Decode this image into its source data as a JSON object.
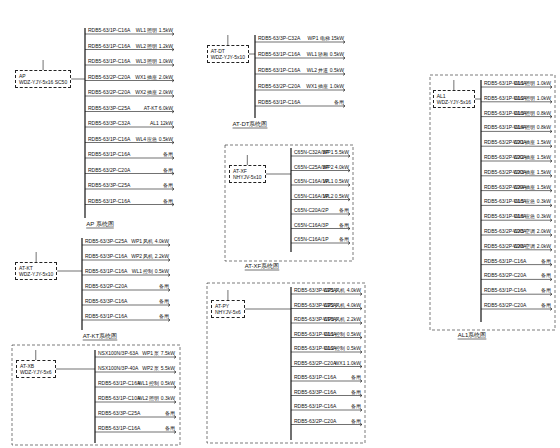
{
  "diagram": {
    "nodes": [
      {
        "text": [
          "AP",
          "WDZ-YJY-5x16 SC50"
        ]
      },
      {
        "text": [
          "AT-KT",
          "WDZ-YJY-5x10"
        ]
      },
      {
        "text": [
          "AT-XB",
          "WDZ-YJY-5x6"
        ]
      },
      {
        "text": [
          "AT-DT",
          "WDZ-YJY-5x10"
        ]
      },
      {
        "text": [
          "AT-XF",
          "NHYJV-5x10"
        ]
      },
      {
        "text": [
          "AT-PY",
          "NHYJV-5x6"
        ]
      },
      {
        "text": [
          "AL1",
          "WDZ-YJY-5x16"
        ]
      }
    ],
    "labels": [
      "AP 系统图",
      "RDB5-63/1P-C16A",
      "WL1 照明 1.5kW",
      "RDB5-63/1P-C16A",
      "WL2 照明 1.2kW",
      "RDB5-63/1P-C16A",
      "WL3 照明 1.0kW",
      "RDB5-63/2P-C20A",
      "WX1 插座 2.0kW",
      "RDB5-63/2P-C20A",
      "WX2 插座 2.0kW",
      "RDB5-63/3P-C25A",
      "AT-KT 6.0kW",
      "RDB5-63/3P-C32A",
      "AL1 12kW",
      "RDB5-63/1P-C16A",
      "WL4 应急 0.5kW",
      "RDB5-63/1P-C16A",
      "备用",
      "RDB5-63/2P-C20A",
      "备用",
      "RDB5-63/3P-C25A",
      "备用",
      "RDB5-63/1P-C16A",
      "备用",
      "AT-KT系统图",
      "RDB5-63/3P-C25A",
      "WP1 风机 4.0kW",
      "RDB5-63/3P-C16A",
      "WP2 风机 2.2kW",
      "RDB5-63/1P-C16A",
      "WL1 控制 0.5kW",
      "RDB5-63/2P-C20A",
      "备用",
      "RDB5-63/3P-C16A",
      "备用",
      "RDB5-63/1P-C16A",
      "备用",
      "NSX100N/3P-63A",
      "WP1 泵 7.5kW",
      "NSX100N/3P-40A",
      "WP2 泵 5.5kW",
      "RDB5-63/1P-C16A",
      "WL1 控制 0.5kW",
      "RDB5-63/1P-C10A",
      "WL2 照明 0.3kW",
      "RDB5-63/3P-C25A",
      "备用",
      "RDB5-63/1P-C16A",
      "备用",
      "AT-DT系统图",
      "RDB5-63/3P-C32A",
      "WP1 电梯 15kW",
      "RDB5-63/1P-C16A",
      "WL1 轿厢 0.5kW",
      "RDB5-63/1P-C16A",
      "WL2 井道 0.5kW",
      "RDB5-63/2P-C20A",
      "WX1 插座 1.0kW",
      "RDB5-63/1P-C16A",
      "备用",
      "AT-XF系统图",
      "C65N-C32A/3P",
      "WP1 5.5kW",
      "C65N-C25A/3P",
      "WP2 4.0kW",
      "C65N-C16A/1P",
      "WL1 0.5kW",
      "C65N-C16A/1P",
      "WL2 0.5kW",
      "C65N-C20A/2P",
      "备用",
      "C65N-C16A/3P",
      "备用",
      "C65N-C16A/1P",
      "备用",
      "RDB5-63/3P-C25A",
      "WP1 风机 4.0kW",
      "RDB5-63/3P-C25A",
      "WP2 风机 4.0kW",
      "RDB5-63/3P-C16A",
      "WP3 风机 2.2kW",
      "RDB5-63/1P-C16A",
      "WL1 控制 0.5kW",
      "RDB5-63/1P-C16A",
      "WL2 控制 0.5kW",
      "RDB5-63/2P-C20A",
      "WX1 1.0kW",
      "RDB5-63/1P-C16A",
      "备用",
      "RDB5-63/3P-C16A",
      "备用",
      "RDB5-63/1P-C16A",
      "备用",
      "RDB5-63/2P-C20A",
      "备用",
      "AL1系统图",
      "RDB5-63/1P-C16A",
      "WL1 照明 1.0kW",
      "RDB5-63/1P-C16A",
      "WL2 照明 1.0kW",
      "RDB5-63/1P-C16A",
      "WL3 照明 0.8kW",
      "RDB5-63/1P-C16A",
      "WL4 照明 0.8kW",
      "RDB5-63/2P-C20A",
      "WX1 插座 1.5kW",
      "RDB5-63/2P-C20A",
      "WX2 插座 1.5kW",
      "RDB5-63/2P-C20A",
      "WX3 插座 1.5kW",
      "RDB5-63/2P-C20A",
      "WX4 插座 1.5kW",
      "RDB5-63/1P-C16A",
      "WL5 应急 0.3kW",
      "RDB5-63/1P-C16A",
      "WL6 应急 0.3kW",
      "RDB5-63/2P-C20A",
      "WX5 空调 2.0kW",
      "RDB5-63/2P-C20A",
      "WX6 空调 2.0kW",
      "RDB5-63/1P-C16A",
      "备用",
      "RDB5-63/2P-C20A",
      "备用",
      "RDB5-63/1P-C16A",
      "备用",
      "RDB5-63/2P-C20A",
      "备用"
    ]
  }
}
